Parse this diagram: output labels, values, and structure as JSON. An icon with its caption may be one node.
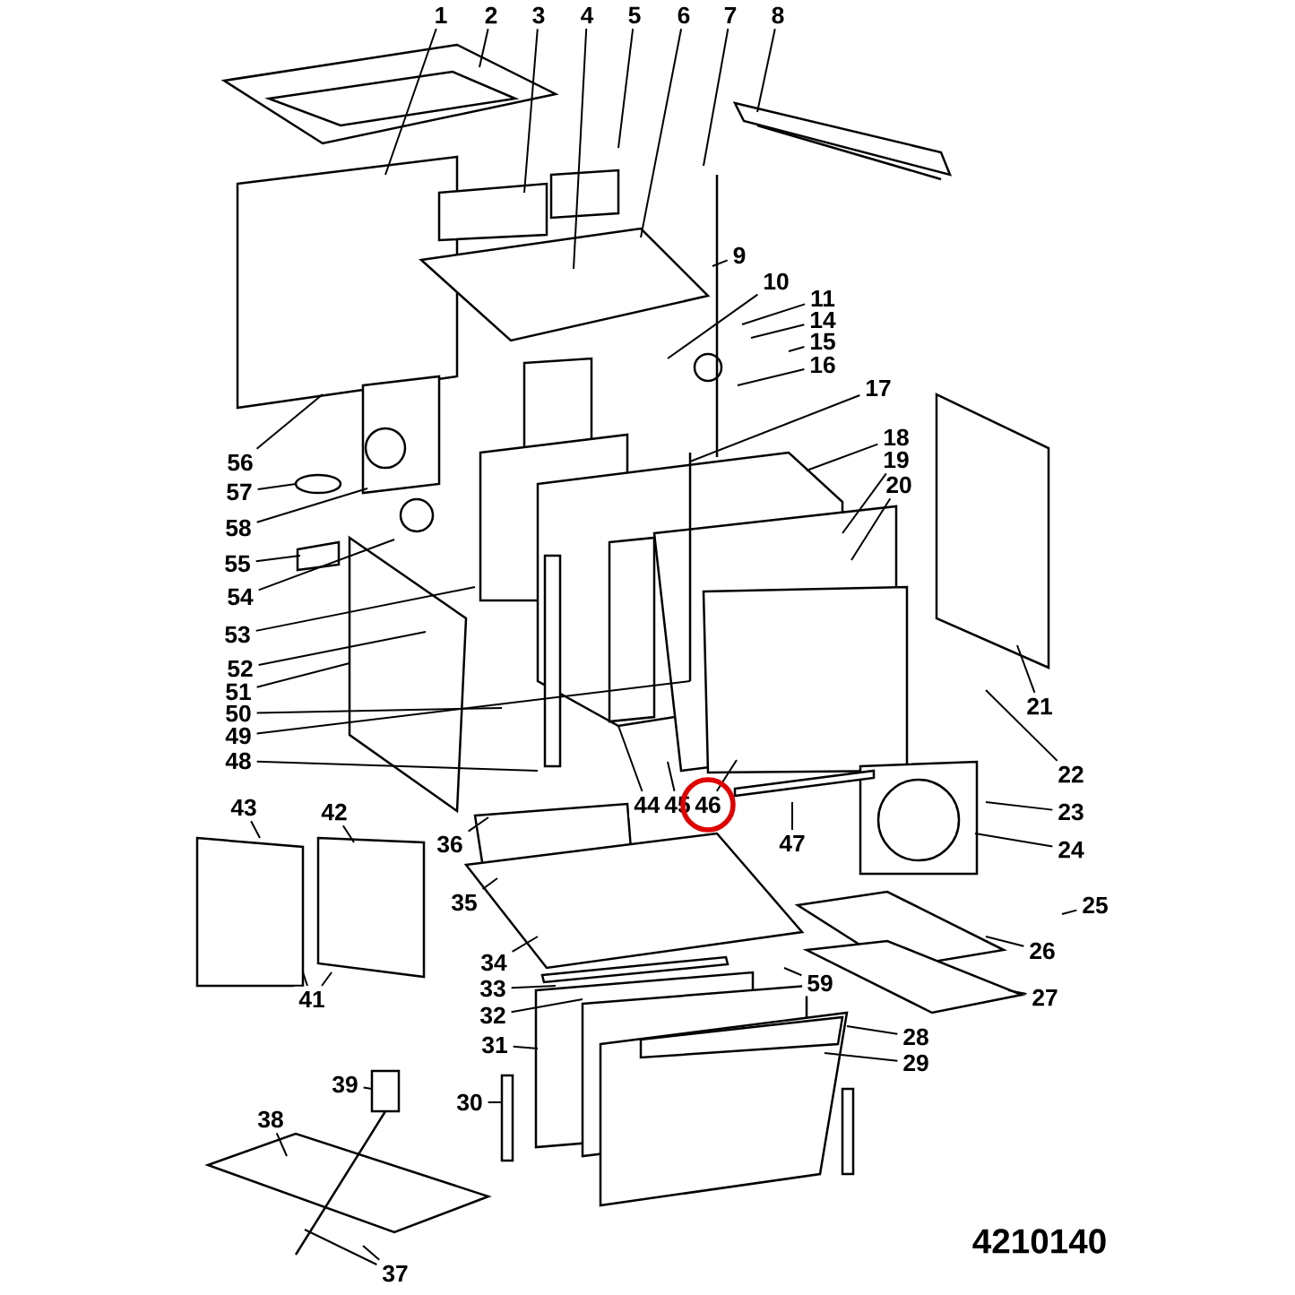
{
  "diagram": {
    "nodes": [
      {
        "text": [
          "1"
        ]
      },
      {
        "text": [
          "2"
        ]
      },
      {
        "text": [
          "3"
        ]
      },
      {
        "text": [
          "4"
        ]
      },
      {
        "text": [
          "5"
        ]
      },
      {
        "text": [
          "6"
        ]
      },
      {
        "text": [
          "7"
        ]
      },
      {
        "text": [
          "8"
        ]
      },
      {
        "text": [
          "9"
        ]
      },
      {
        "text": [
          "10"
        ]
      },
      {
        "text": [
          "11"
        ]
      },
      {
        "text": [
          "14"
        ]
      },
      {
        "text": [
          "15"
        ]
      },
      {
        "text": [
          "16"
        ]
      },
      {
        "text": [
          "17"
        ]
      },
      {
        "text": [
          "18"
        ]
      },
      {
        "text": [
          "19"
        ]
      },
      {
        "text": [
          "20"
        ]
      },
      {
        "text": [
          "21"
        ]
      },
      {
        "text": [
          "22"
        ]
      },
      {
        "text": [
          "23"
        ]
      },
      {
        "text": [
          "24"
        ]
      },
      {
        "text": [
          "25"
        ]
      },
      {
        "text": [
          "26"
        ]
      },
      {
        "text": [
          "27"
        ]
      },
      {
        "text": [
          "28"
        ]
      },
      {
        "text": [
          "29"
        ]
      },
      {
        "text": [
          "30"
        ]
      },
      {
        "text": [
          "31"
        ]
      },
      {
        "text": [
          "32"
        ]
      },
      {
        "text": [
          "33"
        ]
      },
      {
        "text": [
          "34"
        ]
      },
      {
        "text": [
          "35"
        ]
      },
      {
        "text": [
          "36"
        ]
      },
      {
        "text": [
          "37"
        ]
      },
      {
        "text": [
          "38"
        ]
      },
      {
        "text": [
          "39"
        ]
      },
      {
        "text": [
          "41"
        ]
      },
      {
        "text": [
          "42"
        ]
      },
      {
        "text": [
          "43"
        ]
      },
      {
        "text": [
          "44"
        ]
      },
      {
        "text": [
          "45"
        ]
      },
      {
        "text": [
          "46"
        ]
      },
      {
        "text": [
          "47"
        ]
      },
      {
        "text": [
          "48"
        ]
      },
      {
        "text": [
          "49"
        ]
      },
      {
        "text": [
          "50"
        ]
      },
      {
        "text": [
          "51"
        ]
      },
      {
        "text": [
          "52"
        ]
      },
      {
        "text": [
          "53"
        ]
      },
      {
        "text": [
          "54"
        ]
      },
      {
        "text": [
          "55"
        ]
      },
      {
        "text": [
          "56"
        ]
      },
      {
        "text": [
          "57"
        ]
      },
      {
        "text": [
          "58"
        ]
      },
      {
        "text": [
          "59"
        ]
      }
    ],
    "edges": [
      {
        "from": 0,
        "to": null,
        "arrow": "none"
      },
      {
        "from": 1,
        "to": null,
        "arrow": "none"
      },
      {
        "from": 2,
        "to": null,
        "arrow": "none"
      },
      {
        "from": 3,
        "to": null,
        "arrow": "none"
      },
      {
        "from": 4,
        "to": null,
        "arrow": "none"
      },
      {
        "from": 5,
        "to": null,
        "arrow": "none"
      },
      {
        "from": 6,
        "to": null,
        "arrow": "none"
      },
      {
        "from": 7,
        "to": null,
        "arrow": "none"
      },
      {
        "from": 8,
        "to": null,
        "arrow": "none"
      },
      {
        "from": 9,
        "to": null,
        "arrow": "none"
      },
      {
        "from": 10,
        "to": null,
        "arrow": "none"
      },
      {
        "from": 11,
        "to": null,
        "arrow": "none"
      },
      {
        "from": 12,
        "to": null,
        "arrow": "none"
      },
      {
        "from": 13,
        "to": null,
        "arrow": "none"
      },
      {
        "from": 14,
        "to": null,
        "arrow": "none"
      },
      {
        "from": 15,
        "to": null,
        "arrow": "none"
      },
      {
        "from": 16,
        "to": null,
        "arrow": "none"
      },
      {
        "from": 17,
        "to": null,
        "arrow": "none"
      },
      {
        "from": 18,
        "to": null,
        "arrow": "none"
      },
      {
        "from": 19,
        "to": null,
        "arrow": "none"
      },
      {
        "from": 20,
        "to": null,
        "arrow": "none"
      },
      {
        "from": 21,
        "to": null,
        "arrow": "none"
      },
      {
        "from": 22,
        "to": null,
        "arrow": "none"
      },
      {
        "from": 23,
        "to": null,
        "arrow": "none"
      },
      {
        "from": 24,
        "to": null,
        "arrow": "none"
      },
      {
        "from": 25,
        "to": null,
        "arrow": "none"
      },
      {
        "from": 26,
        "to": null,
        "arrow": "none"
      },
      {
        "from": 27,
        "to": null,
        "arrow": "none"
      },
      {
        "from": 28,
        "to": null,
        "arrow": "none"
      },
      {
        "from": 29,
        "to": null,
        "arrow": "none"
      },
      {
        "from": 30,
        "to": null,
        "arrow": "none"
      },
      {
        "from": 31,
        "to": null,
        "arrow": "none"
      },
      {
        "from": 32,
        "to": null,
        "arrow": "none"
      },
      {
        "from": 33,
        "to": null,
        "arrow": "none"
      },
      {
        "from": 34,
        "to": null,
        "arrow": "none"
      },
      {
        "from": 34,
        "to": null,
        "arrow": "none"
      },
      {
        "from": 35,
        "to": null,
        "arrow": "none"
      },
      {
        "from": 36,
        "to": null,
        "arrow": "none"
      },
      {
        "from": 37,
        "to": null,
        "arrow": "none"
      },
      {
        "from": 37,
        "to": null,
        "arrow": "none"
      },
      {
        "from": 38,
        "to": null,
        "arrow": "none"
      },
      {
        "from": 39,
        "to": null,
        "arrow": "none"
      },
      {
        "from": 40,
        "to": null,
        "arrow": "none"
      },
      {
        "from": 41,
        "to": null,
        "arrow": "none"
      },
      {
        "from": 42,
        "to": null,
        "arrow": "none"
      },
      {
        "from": 43,
        "to": null,
        "arrow": "none"
      },
      {
        "from": 44,
        "to": null,
        "arrow": "none"
      },
      {
        "from": 45,
        "to": null,
        "arrow": "none"
      },
      {
        "from": 46,
        "to": null,
        "arrow": "none"
      },
      {
        "from": 47,
        "to": null,
        "arrow": "none"
      },
      {
        "from": 48,
        "to": null,
        "arrow": "none"
      },
      {
        "from": 49,
        "to": null,
        "arrow": "none"
      },
      {
        "from": 50,
        "to": null,
        "arrow": "none"
      },
      {
        "from": 51,
        "to": null,
        "arrow": "none"
      },
      {
        "from": 52,
        "to": null,
        "arrow": "none"
      },
      {
        "from": 53,
        "to": null,
        "arrow": "none"
      },
      {
        "from": 54,
        "to": null,
        "arrow": "none"
      },
      {
        "from": 55,
        "to": null,
        "arrow": "none"
      }
    ],
    "labels": [
      "4210140"
    ]
  }
}
